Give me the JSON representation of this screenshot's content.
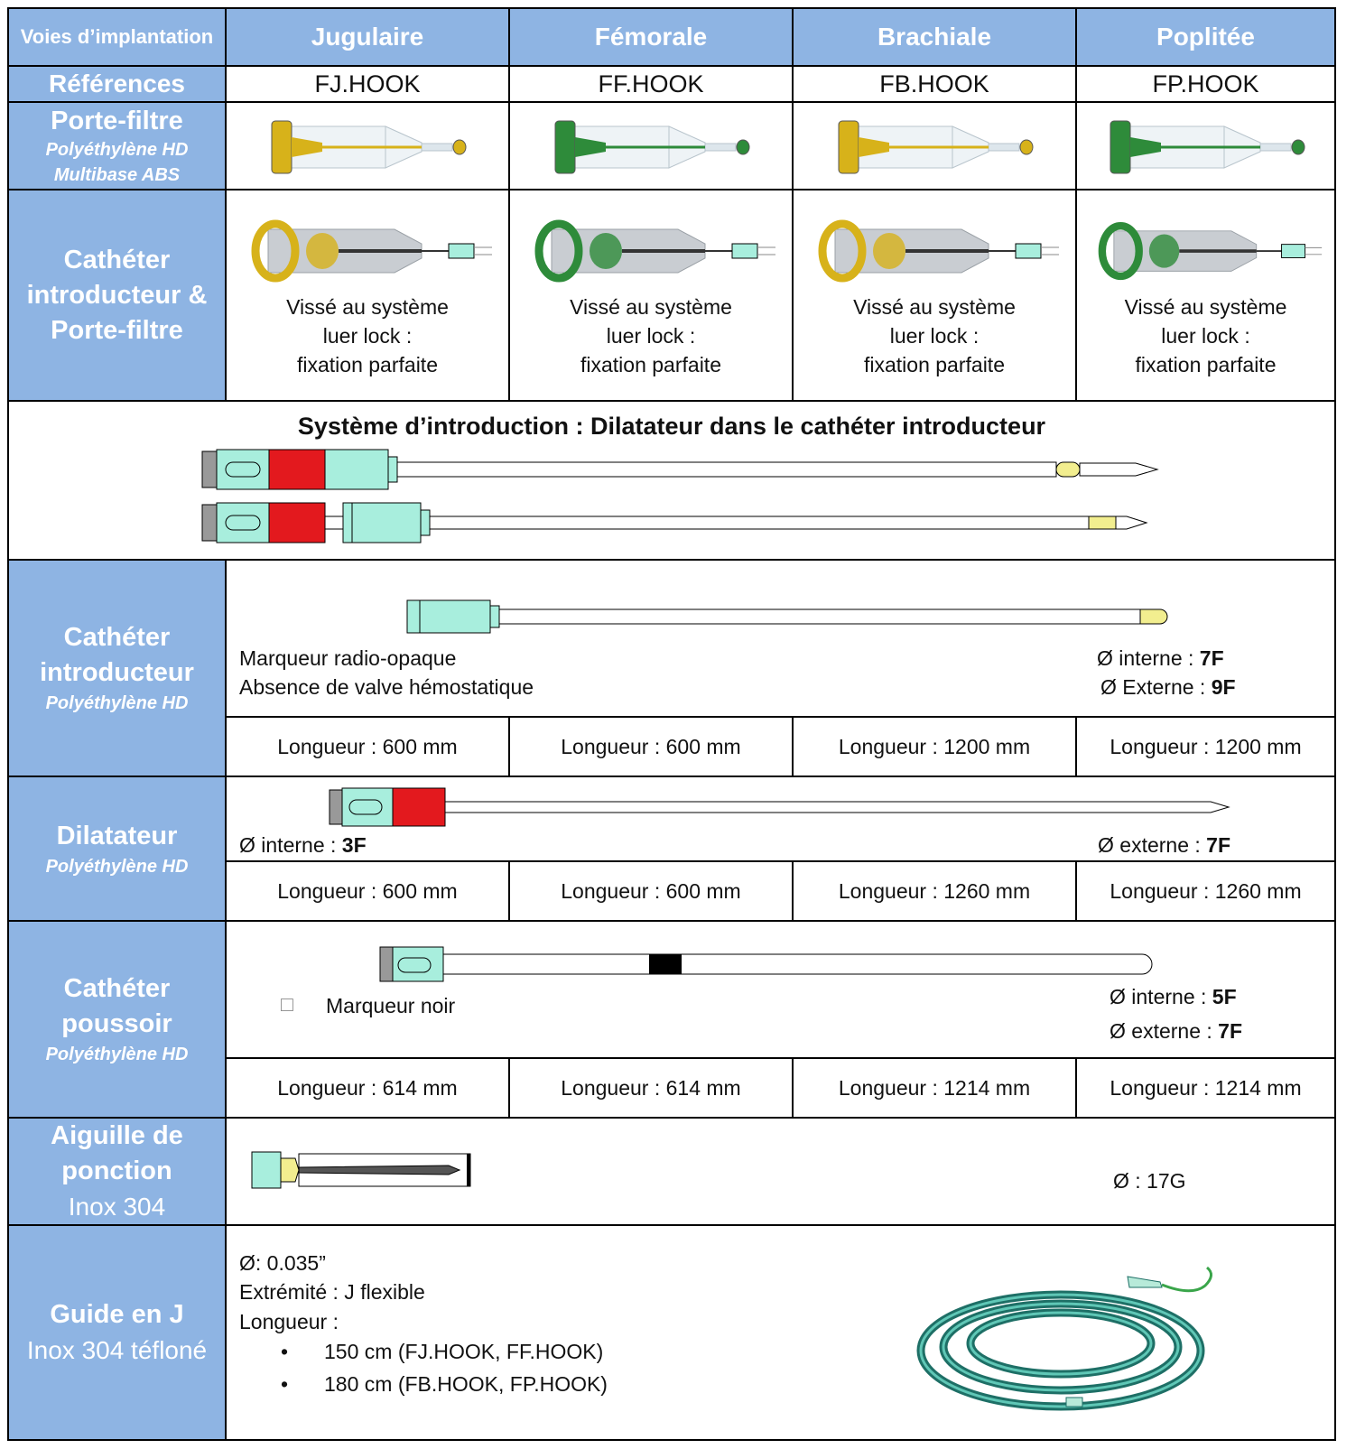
{
  "header": {
    "corner": "Voies d’implantation",
    "columns": [
      "Jugulaire",
      "Fémorale",
      "Brachiale",
      "Poplitée"
    ]
  },
  "references": {
    "label": "Références",
    "values": [
      "FJ.HOOK",
      "FF.HOOK",
      "FB.HOOK",
      "FP.HOOK"
    ]
  },
  "porte_filtre": {
    "label": "Porte-filtre",
    "sub1": "Polyéthylène HD",
    "sub2": "Multibase ABS",
    "colors": [
      "#d7b21a",
      "#2e8b3a",
      "#d7b21a",
      "#2e8b3a"
    ]
  },
  "catheter_porte": {
    "label1": "Cathéter",
    "label2": "introducteur &",
    "label3": "Porte-filtre",
    "line1": "Vissé au système",
    "line2": "luer lock :",
    "line3": "fixation parfaite"
  },
  "systeme": {
    "title": "Système d’introduction : Dilatateur dans le cathéter introducteur"
  },
  "catheter_intro": {
    "label1": "Cathéter",
    "label2": "introducteur",
    "sub": "Polyéthylène HD",
    "marker": "Marqueur radio-opaque",
    "valve": "Absence de valve hémostatique",
    "int_label": "Ø interne : ",
    "int_val": "7F",
    "ext_label": "Ø Externe : ",
    "ext_val": "9F",
    "lengths": [
      "Longueur : 600 mm",
      "Longueur : 600 mm",
      "Longueur : 1200 mm",
      "Longueur : 1200 mm"
    ]
  },
  "dilatateur": {
    "label": "Dilatateur",
    "sub": "Polyéthylène HD",
    "int_label": "Ø interne : ",
    "int_val": "3F",
    "ext_label": "Ø externe : ",
    "ext_val": "7F",
    "lengths": [
      "Longueur : 600 mm",
      "Longueur : 600 mm",
      "Longueur : 1260 mm",
      "Longueur : 1260 mm"
    ]
  },
  "poussoir": {
    "label1": "Cathéter",
    "label2": "poussoir",
    "sub": "Polyéthylène HD",
    "checkbox": "□",
    "marker": "Marqueur noir",
    "int_label": "Ø interne :  ",
    "int_val": "5F",
    "ext_label": "Ø externe  : ",
    "ext_val": "7F",
    "lengths": [
      "Longueur :  614 mm",
      "Longueur :  614 mm",
      "Longueur :   1214 mm",
      "Longueur :   1214 mm"
    ]
  },
  "aiguille": {
    "label1": "Aiguille de",
    "label2": "ponction",
    "sub": "Inox 304",
    "diam": "Ø : 17G"
  },
  "guide": {
    "label": "Guide en J",
    "sub": "Inox 304 téfloné",
    "diam": "Ø: 0.035”",
    "tip": "Extrémité : J flexible",
    "length": "Longueur  :",
    "bullet": "•",
    "items": [
      "150 cm (FJ.HOOK, FF.HOOK)",
      "180 cm (FB.HOOK, FP.HOOK)"
    ]
  }
}
